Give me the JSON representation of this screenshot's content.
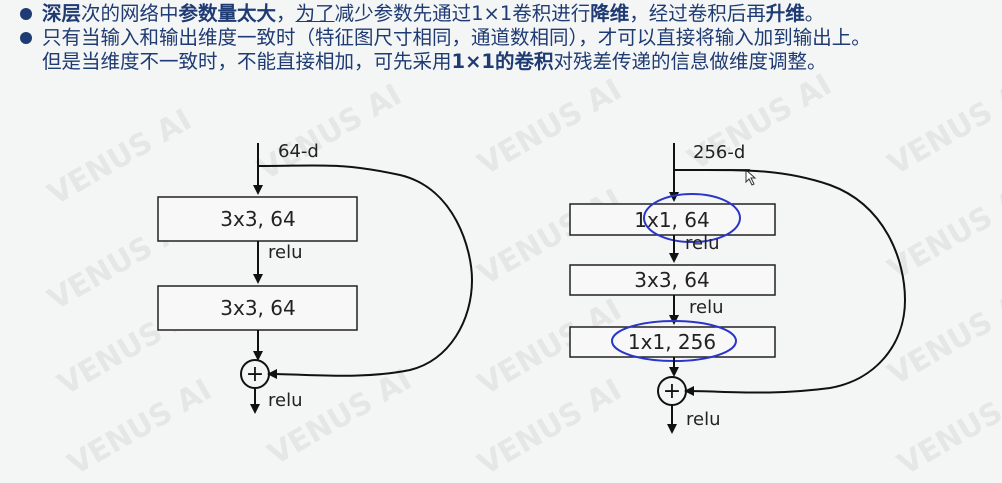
{
  "bullets": [
    {
      "parts": [
        {
          "t": "深层",
          "b": true
        },
        {
          "t": "次的网络中",
          "b": false
        },
        {
          "t": "参数量太大",
          "b": true
        },
        {
          "t": "，",
          "b": false
        },
        {
          "t": "为了",
          "b": false,
          "u": true
        },
        {
          "t": "减少参数先通过1×1卷积进行",
          "b": false
        },
        {
          "t": "降维",
          "b": true
        },
        {
          "t": "，经过卷积后再",
          "b": false
        },
        {
          "t": "升维",
          "b": true
        },
        {
          "t": "。",
          "b": false
        }
      ]
    },
    {
      "line1": "只有当输入和输出维度一致时（特征图尺寸相同，通道数相同），才可以直接将输入加到输出上。",
      "line2_parts": [
        {
          "t": "但是当维度不一致时，不能直接相加，可先采用",
          "b": false
        },
        {
          "t": "1×1的卷积",
          "b": true
        },
        {
          "t": "对残差传递的信息做维度调整。",
          "b": false
        }
      ]
    }
  ],
  "left_block": {
    "input_label": "64-d",
    "layers": [
      "3x3, 64",
      "3x3, 64"
    ],
    "relu": "relu",
    "add_symbol": "+"
  },
  "right_block": {
    "input_label": "256-d",
    "layers": [
      "1x1, 64",
      "3x3, 64",
      "1x1, 256"
    ],
    "relu": "relu",
    "add_symbol": "+"
  },
  "watermark": "VENUS AI",
  "colors": {
    "text": "#1f3b73",
    "annotation": "#2a36c8",
    "line": "#111111"
  }
}
